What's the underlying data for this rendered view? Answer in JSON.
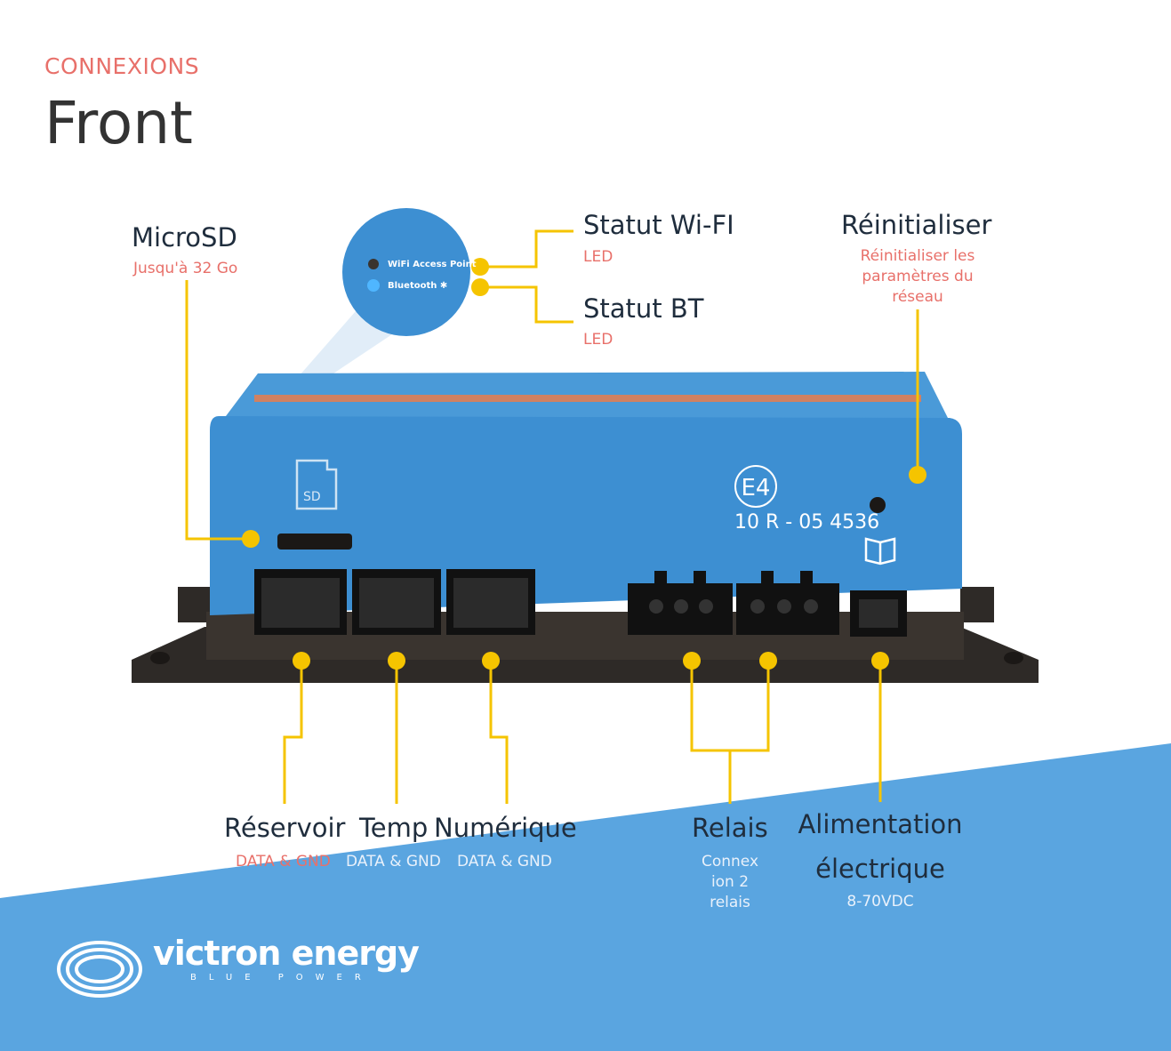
{
  "header": {
    "eyebrow": "CONNEXIONS",
    "title": "Front"
  },
  "callouts": {
    "microsd": {
      "title": "MicroSD",
      "subtitle": "Jusqu'à 32 Go"
    },
    "wifi": {
      "title": "Statut Wi-FI",
      "subtitle": "LED"
    },
    "bt": {
      "title": "Statut BT",
      "subtitle": "LED"
    },
    "reset": {
      "title": "Réinitialiser",
      "subtitle_lines": [
        "Réinitialiser les",
        "paramètres du",
        "réseau"
      ]
    },
    "tank": {
      "title": "Réservoir",
      "subtitle": "DATA & GND"
    },
    "temp": {
      "title": "Temp",
      "subtitle": "DATA & GND"
    },
    "digital": {
      "title": "Numérique",
      "subtitle": "DATA & GND"
    },
    "relay": {
      "title": "Relais",
      "subtitle_lines": [
        "Connex",
        "ion 2",
        "relais"
      ]
    },
    "power": {
      "title_lines": [
        "Alimentation",
        "électrique"
      ],
      "subtitle": "8-70VDC"
    }
  },
  "zoom": {
    "wifi_led_label": "WiFi Access Point",
    "bt_led_label": "Bluetooth"
  },
  "device": {
    "sd_label": "SD",
    "cert_mark": "E4",
    "cert_code": "10 R - 05 4536"
  },
  "brand": {
    "name": "victron energy",
    "tagline": "BLUE POWER"
  },
  "colors": {
    "accent_red": "#e8706a",
    "callout_yellow": "#f5c400",
    "brand_blue": "#5aa5e0",
    "device_blue": "#3d8fd2",
    "heading_dark": "#333333"
  }
}
